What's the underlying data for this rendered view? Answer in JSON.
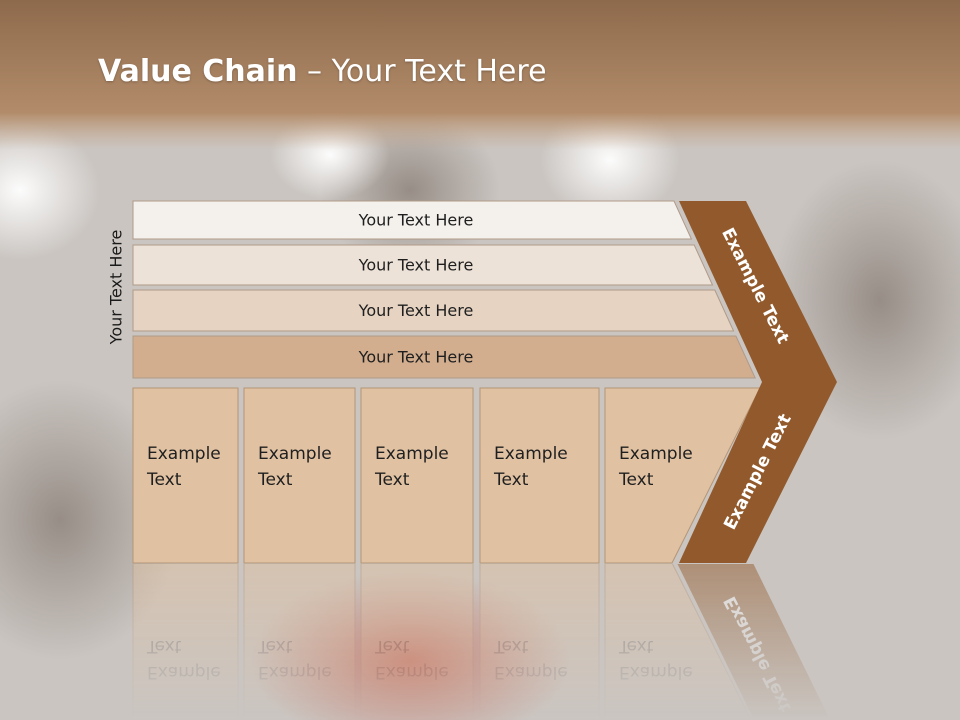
{
  "title": {
    "bold": "Value Chain",
    "rest": " – Your Text Here"
  },
  "side_label": "Your Text Here",
  "bars": [
    {
      "label": "Your Text Here",
      "fill": "#f4f0ec"
    },
    {
      "label": "Your Text Here",
      "fill": "#ede2d8"
    },
    {
      "label": "Your Text Here",
      "fill": "#e6d3c2"
    },
    {
      "label": "Your Text Here",
      "fill": "#d2ae8f"
    }
  ],
  "boxes": [
    {
      "line1": "Example",
      "line2": "Text"
    },
    {
      "line1": "Example",
      "line2": "Text"
    },
    {
      "line1": "Example",
      "line2": "Text"
    },
    {
      "line1": "Example",
      "line2": "Text"
    },
    {
      "line1": "Example",
      "line2": "Text"
    }
  ],
  "chevron": {
    "upper_label": "Example Text",
    "lower_label": "Example Text",
    "fill": "#925a2c"
  },
  "colors": {
    "header": "#a27a58",
    "box_fill": "#e0c1a2",
    "box_stroke": "#b49576"
  }
}
